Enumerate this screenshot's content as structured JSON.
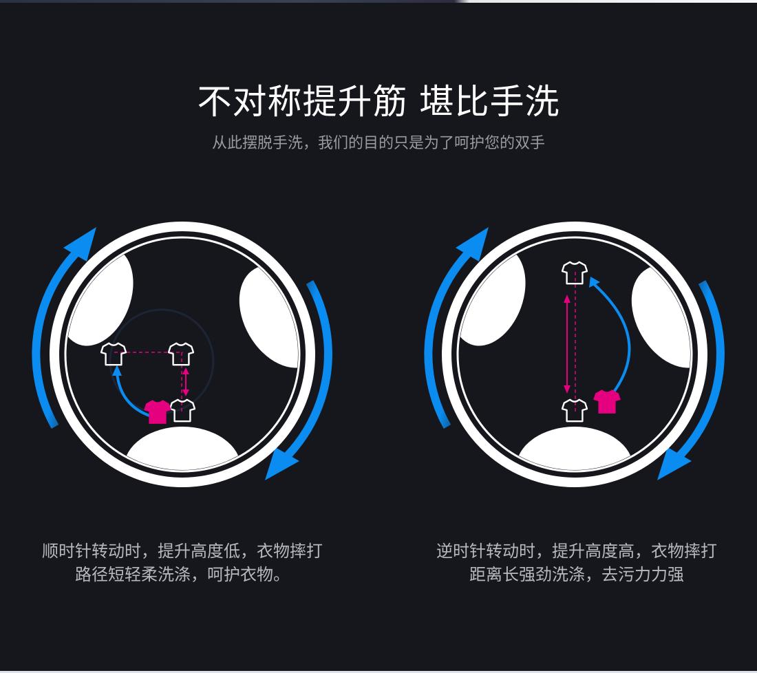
{
  "header": {
    "title": "不对称提升筋  堪比手洗",
    "subtitle": "从此摆脱手洗，我们的目的只是为了呵护您的双手"
  },
  "modes": [
    {
      "rotation": "clockwise",
      "lift_height": "low",
      "caption_line1": "顺时针转动时，提升高度低，衣物摔打",
      "caption_line2": "路径短轻柔洗涤，呵护衣物。"
    },
    {
      "rotation": "counterclockwise",
      "lift_height": "high",
      "caption_line1": "逆时针转动时，提升高度高，衣物摔打",
      "caption_line2": "距离长强劲洗涤，去污力力强"
    }
  ],
  "colors": {
    "background": "#16161d",
    "rotation_arrow": "#0a8cf0",
    "garment_highlight": "#e4007f",
    "drum": "#ffffff"
  },
  "icons": [
    "tshirt-icon",
    "rotation-arrow-icon",
    "double-arrow-icon"
  ]
}
